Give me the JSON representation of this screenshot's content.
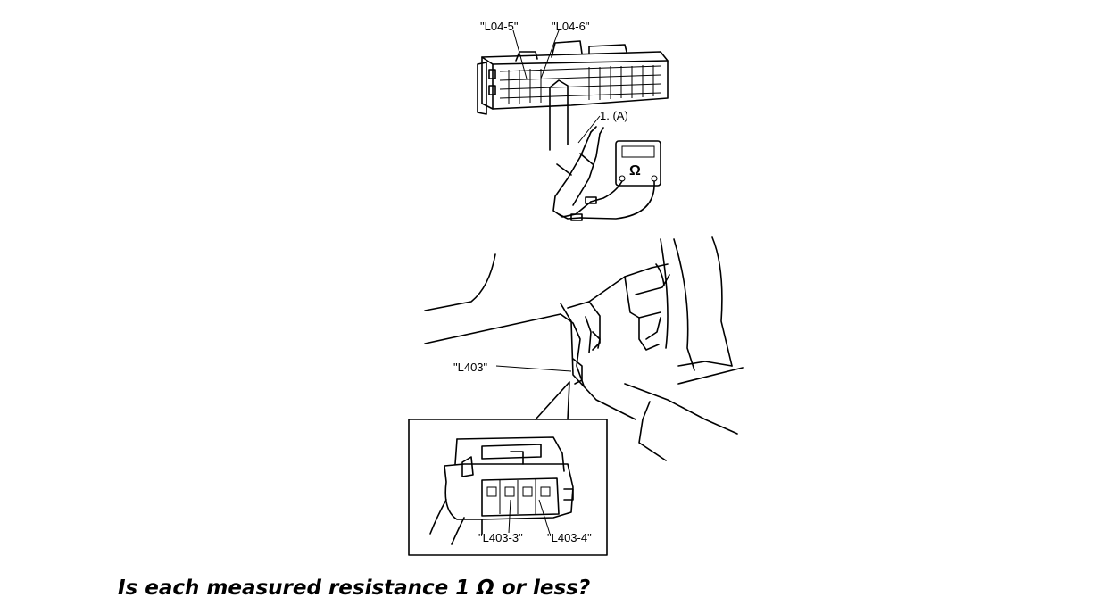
{
  "labels": {
    "l04_5": "\"L04-5\"",
    "l04_6": "\"L04-6\"",
    "meter_connection": "1. (A)",
    "ohm_symbol": "Ω",
    "l403": "\"L403\"",
    "l403_3": "\"L403-3\"",
    "l403_4": "\"L403-4\""
  },
  "question": "Is each measured resistance 1 Ω or less?"
}
